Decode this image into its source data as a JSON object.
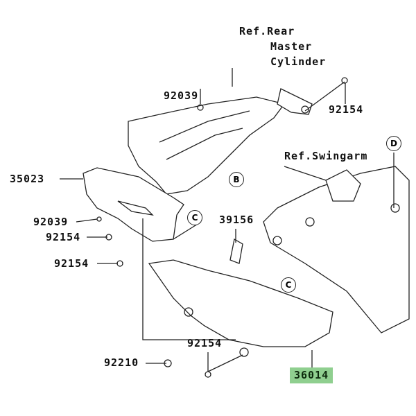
{
  "title_refs": {
    "rear_master_cylinder": [
      "Ref.Rear",
      "Master",
      "Cylinder"
    ],
    "swingarm": "Ref.Swingarm"
  },
  "parts": {
    "p92039_top": "92039",
    "p92154_top": "92154",
    "p35023": "35023",
    "p39156": "39156",
    "p92039_left": "92039",
    "p92154_left1": "92154",
    "p92154_left2": "92154",
    "p92154_bottom": "92154",
    "p92210": "92210",
    "p36014": "36014"
  },
  "markers": {
    "b": "B",
    "c1": "C",
    "c2": "C",
    "d": "D"
  },
  "colors": {
    "highlight": "#8fcf8f"
  }
}
